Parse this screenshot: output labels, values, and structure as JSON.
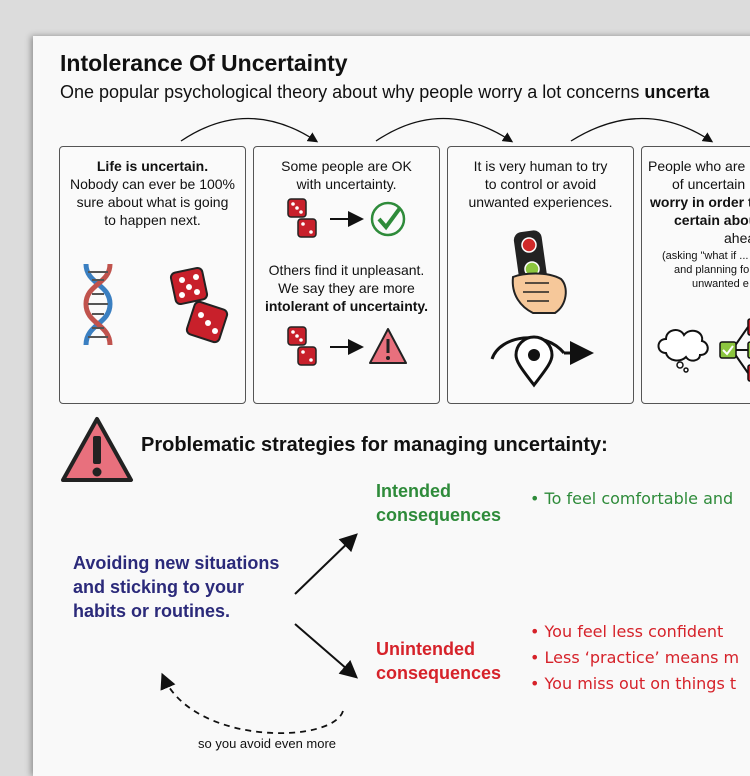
{
  "title": "Intolerance Of Uncertainty",
  "subtitle": {
    "text": "One popular psychological theory about why people worry a lot concerns ",
    "bold": "uncerta"
  },
  "panels": [
    {
      "bold": "Life is uncertain.",
      "lines": [
        "Nobody can ever be 100%",
        "sure about what is going",
        "to happen next."
      ],
      "icons": [
        "dna-icon",
        "dice-icon"
      ]
    },
    {
      "top_lines": [
        "Some people are OK",
        "with uncertainty."
      ],
      "mid_lines": [
        "Others find it unpleasant.",
        "We say they are more"
      ],
      "mid_bold": "intolerant of uncertainty.",
      "icons": [
        "dice-icon",
        "arrow-right-icon",
        "check-circle-icon",
        "dice-icon",
        "arrow-right-icon",
        "warning-triangle-icon"
      ]
    },
    {
      "lines": [
        "It is very human to try",
        "to control or avoid",
        "unwanted experiences."
      ],
      "icons": [
        "remote-control-hand-icon",
        "map-pin-detour-icon"
      ]
    },
    {
      "lines": [
        "People who are",
        "of uncertain"
      ],
      "bold_lines": [
        "worry in order t",
        "certain about"
      ],
      "lines2": [
        "ahead"
      ],
      "small_lines": [
        "(asking \"what if ...",
        "and planning fo",
        "unwanted e"
      ],
      "icons": [
        "thought-cloud-icon",
        "decision-flowchart-icon"
      ]
    }
  ],
  "strategies": {
    "heading": "Problematic strategies for managing uncertainty:",
    "strategy_lines": [
      "Avoiding new situations",
      "and sticking to your",
      "habits or routines."
    ],
    "intended_label_lines": [
      "Intended",
      "consequences"
    ],
    "intended_items": [
      "To feel comfortable and"
    ],
    "unintended_label_lines": [
      "Unintended",
      "consequences"
    ],
    "unintended_items": [
      "You feel less confident",
      "Less ‘practice’ means m",
      "You miss out on things t"
    ],
    "loop_text": "so you avoid even more"
  },
  "colors": {
    "green": "#2e8b3a",
    "red": "#d6222a",
    "navy": "#2b2a7a",
    "warning_fill": "#e8707d"
  }
}
